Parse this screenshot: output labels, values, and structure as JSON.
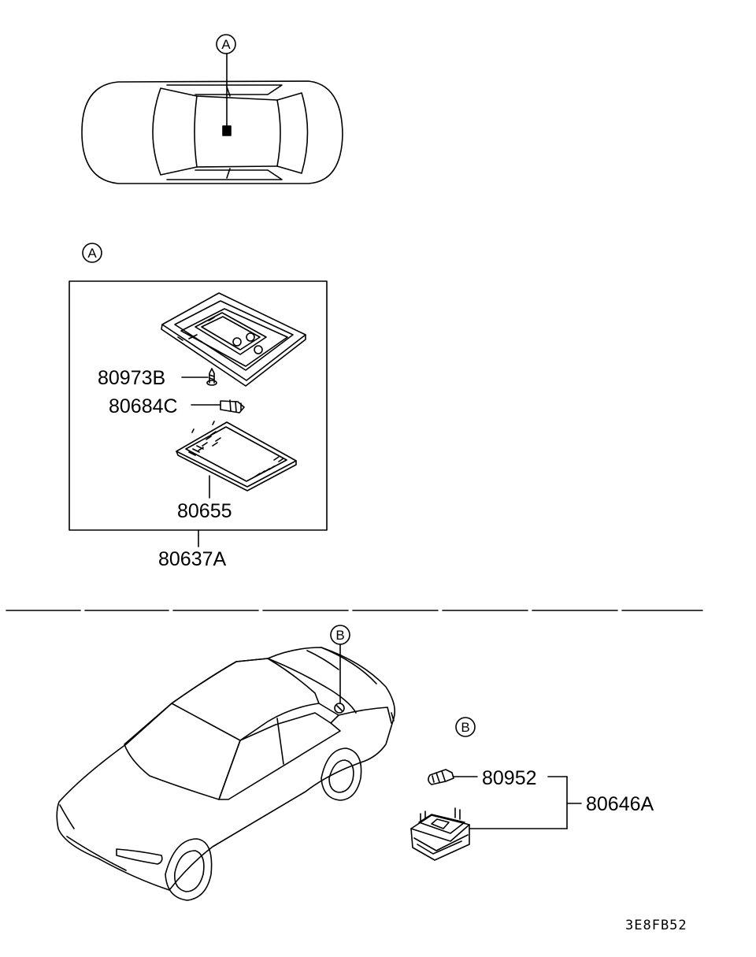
{
  "callouts": {
    "a_top": "A",
    "a_detail": "A",
    "b_car": "B",
    "b_detail": "B"
  },
  "parts": {
    "screw": "80973B",
    "bulb_room": "80684C",
    "lens": "80655",
    "room_lamp_assy": "80637A",
    "bulb_trunk": "80952",
    "trunk_lamp_assy": "80646A"
  },
  "drawing_code": "3E8FB52"
}
